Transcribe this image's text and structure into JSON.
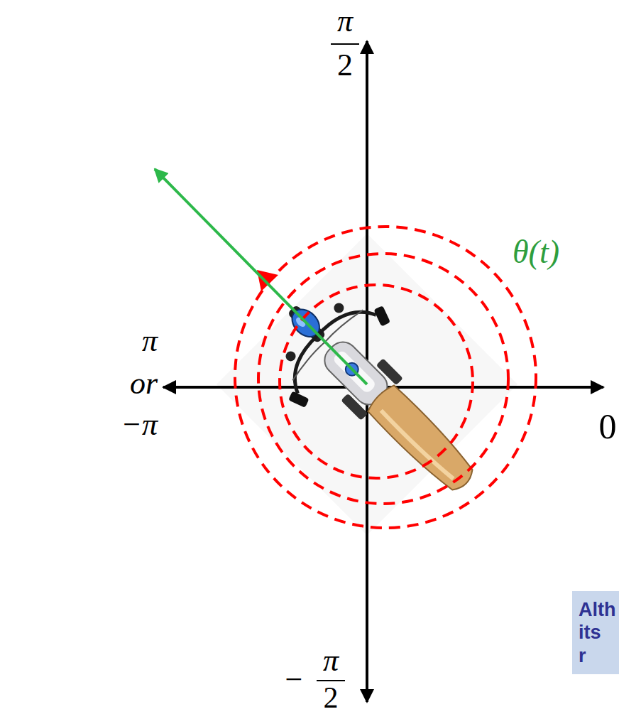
{
  "diagram": {
    "nodes": [
      {
        "text": [
          "Alth its r"
        ]
      }
    ],
    "labels": [
      "π",
      "2",
      "π",
      "or",
      "−π",
      "0",
      "−",
      "π",
      "2",
      "θ(t)"
    ]
  }
}
